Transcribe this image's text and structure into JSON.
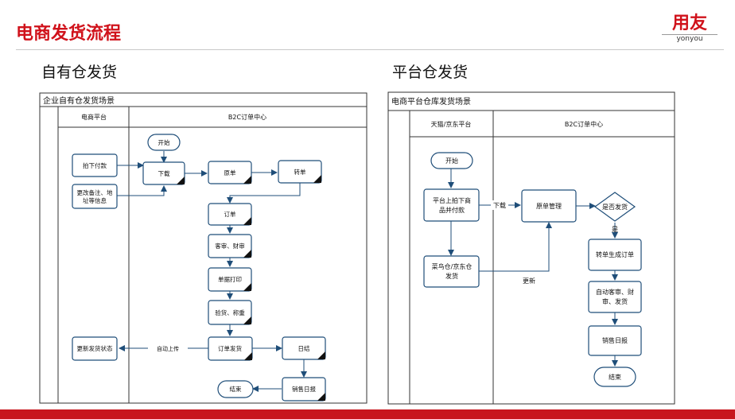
{
  "header": {
    "title": "电商发货流程",
    "logo_main": "用友",
    "logo_sub": "yonyou"
  },
  "left": {
    "section_title": "自有仓发货",
    "frame_title": "企业自有仓发货场景",
    "lane1": "电商平台",
    "lane2": "B2C订单中心",
    "nodes": {
      "start": "开始",
      "pay": "拍下付款",
      "modify_line1": "更改备注、地",
      "modify_line2": "址等信息",
      "download": "下载",
      "original": "原单",
      "convert": "转单",
      "order": "订单",
      "review": "客审、财审",
      "print": "单据打印",
      "inspect": "验货、称重",
      "ship": "订单发货",
      "daily": "日结",
      "report": "销售日报",
      "end": "结束",
      "update_status": "更新发货状态"
    },
    "labels": {
      "auto_upload": "自动上传"
    }
  },
  "right": {
    "section_title": "平台仓发货",
    "frame_title": "电商平台仓库发货场景",
    "lane1": "天猫/京东平台",
    "lane2": "B2C订单中心",
    "nodes": {
      "start": "开始",
      "pay_line1": "平台上拍下商",
      "pay_line2": "品并付款",
      "cainiao_line1": "菜鸟仓/京东仓",
      "cainiao_line2": "发货",
      "original_mgmt": "原单管理",
      "decision": "是否发货",
      "convert": "转单生成订单",
      "review_line1": "自动客审、财",
      "review_line2": "审、发货",
      "report": "销售日报",
      "end": "结束"
    },
    "labels": {
      "download": "下载",
      "yes": "是",
      "update": "更新"
    }
  }
}
